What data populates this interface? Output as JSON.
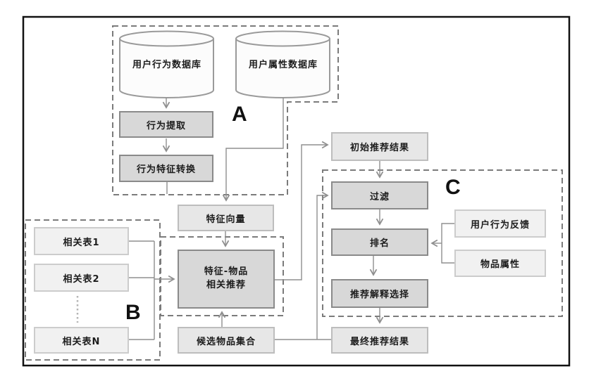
{
  "diagram": {
    "title": "recommendation-pipeline-flowchart",
    "regions": {
      "a": {
        "label": "A"
      },
      "b": {
        "label": "B"
      },
      "c": {
        "label": "C"
      }
    },
    "nodes": {
      "behavior_db": {
        "label": "用户行为数据库",
        "type": "database"
      },
      "attribute_db": {
        "label": "用户属性数据库",
        "type": "database"
      },
      "behavior_extraction": {
        "label": "行为提取",
        "type": "process"
      },
      "behavior_feature_transform": {
        "label": "行为特征转换",
        "type": "process"
      },
      "feature_vector": {
        "label": "特征向量",
        "type": "data"
      },
      "feature_item_recommend": {
        "label": "特征-物品\n相关推荐",
        "type": "process"
      },
      "related_table_1": {
        "label": "相关表1",
        "type": "data"
      },
      "related_table_2": {
        "label": "相关表2",
        "type": "data"
      },
      "related_table_n": {
        "label": "相关表N",
        "type": "data"
      },
      "candidate_items": {
        "label": "候选物品集合",
        "type": "data"
      },
      "initial_results": {
        "label": "初始推荐结果",
        "type": "data"
      },
      "filter": {
        "label": "过滤",
        "type": "process"
      },
      "ranking": {
        "label": "排名",
        "type": "process"
      },
      "explanation_selection": {
        "label": "推荐解释选择",
        "type": "process"
      },
      "final_results": {
        "label": "最终推荐结果",
        "type": "data"
      },
      "behavior_feedback": {
        "label": "用户行为反馈",
        "type": "data"
      },
      "item_attributes": {
        "label": "物品属性",
        "type": "data"
      }
    },
    "edges": [
      {
        "from": "behavior_db",
        "to": "behavior_extraction"
      },
      {
        "from": "behavior_extraction",
        "to": "behavior_feature_transform"
      },
      {
        "from": "behavior_feature_transform",
        "to": "feature_vector"
      },
      {
        "from": "attribute_db",
        "to": "feature_vector"
      },
      {
        "from": "feature_vector",
        "to": "feature_item_recommend"
      },
      {
        "from": "related_table_1",
        "to": "feature_item_recommend"
      },
      {
        "from": "related_table_2",
        "to": "feature_item_recommend"
      },
      {
        "from": "related_table_n",
        "to": "feature_item_recommend"
      },
      {
        "from": "candidate_items",
        "to": "feature_item_recommend"
      },
      {
        "from": "candidate_items",
        "to": "filter"
      },
      {
        "from": "candidate_items",
        "to": "final_results"
      },
      {
        "from": "feature_item_recommend",
        "to": "initial_results"
      },
      {
        "from": "initial_results",
        "to": "filter"
      },
      {
        "from": "filter",
        "to": "ranking"
      },
      {
        "from": "behavior_feedback",
        "to": "ranking"
      },
      {
        "from": "item_attributes",
        "to": "ranking"
      },
      {
        "from": "ranking",
        "to": "explanation_selection"
      },
      {
        "from": "explanation_selection",
        "to": "final_results"
      }
    ],
    "colors": {
      "dark_box_fill": "#d8d8d8",
      "dark_box_border": "#8a8a8a",
      "light_box_fill": "#e7e7e7",
      "light_box_border": "#bdbdbd",
      "pale_box_fill": "#f1f1f1",
      "pale_box_border": "#cccccc",
      "cylinder_fill": "#fcfcfc",
      "connector_line": "#8f8f8f",
      "dashed_region_border": "#7b7b7b",
      "outer_border": "#111111",
      "background": "#ffffff"
    }
  }
}
